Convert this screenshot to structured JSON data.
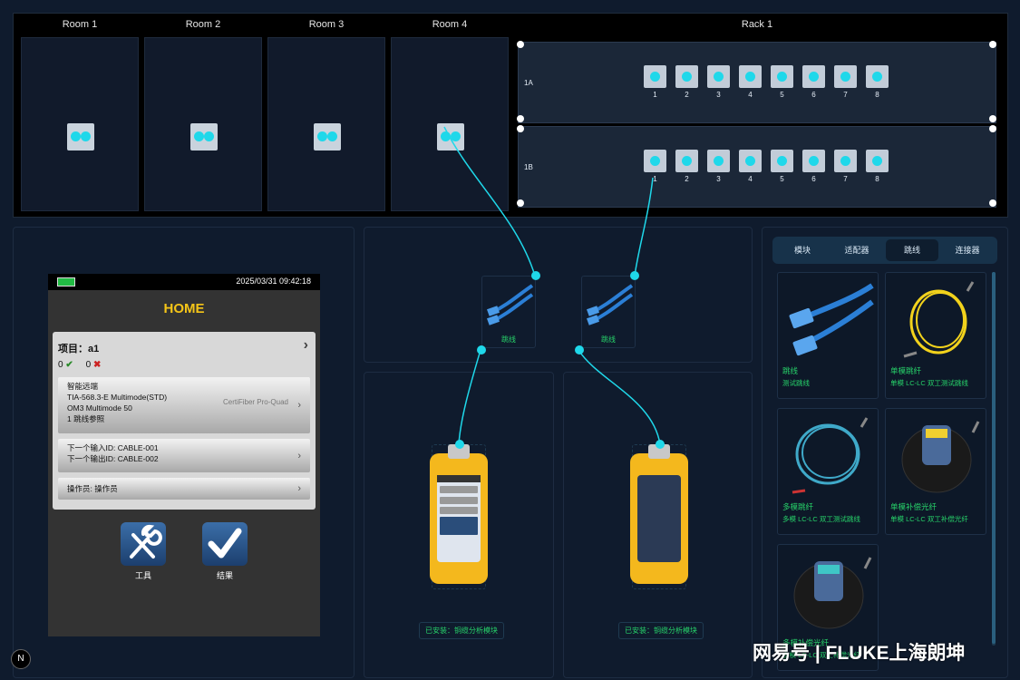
{
  "rooms": [
    {
      "title": "Room 1"
    },
    {
      "title": "Room 2"
    },
    {
      "title": "Room 3"
    },
    {
      "title": "Room 4"
    }
  ],
  "rack": {
    "title": "Rack 1",
    "panels": [
      {
        "label": "1A",
        "ports": [
          "1",
          "2",
          "3",
          "4",
          "5",
          "6",
          "7",
          "8"
        ]
      },
      {
        "label": "1B",
        "ports": [
          "1",
          "2",
          "3",
          "4",
          "5",
          "6",
          "7",
          "8"
        ]
      }
    ]
  },
  "device": {
    "time": "2025/03/31 09:42:18",
    "home": "HOME",
    "project_label": "项目：a1",
    "pass_count": "0",
    "fail_count": "0",
    "pass_mark": "✔",
    "fail_mark": "✖",
    "test_setup": {
      "line1": "智能远端",
      "line2": "TIA-568.3-E Multimode(STD)",
      "line3": "OM3 Multimode 50",
      "line4": "1 跳线参照",
      "model": "CertiFiber Pro-Quad"
    },
    "ids": {
      "line1": "下一个输入ID: CABLE-001",
      "line2": "下一个输出ID: CABLE-002"
    },
    "operator": "操作员: 操作员",
    "tools_label": "工具",
    "results_label": "结果"
  },
  "patch_cords": [
    {
      "caption": "跳线"
    },
    {
      "caption": "跳线"
    }
  ],
  "testers": [
    {
      "installed": "已安装：铜缆分析模块"
    },
    {
      "installed": "已安装：铜缆分析模块"
    }
  ],
  "library": {
    "tabs": [
      "模块",
      "适配器",
      "跳线",
      "连接器"
    ],
    "active_tab": "跳线",
    "items": [
      {
        "name": "跳线",
        "desc": "测试跳线",
        "icon": "ethernet-patch-cord-icon"
      },
      {
        "name": "单模跳纤",
        "desc": "单模 LC-LC 双工测试跳线",
        "icon": "singlemode-fiber-cord-icon"
      },
      {
        "name": "多模跳纤",
        "desc": "多模 LC-LC 双工测试跳线",
        "icon": "multimode-fiber-cord-icon"
      },
      {
        "name": "单模补偿光纤",
        "desc": "单模 LC-LC 双工补偿光纤",
        "icon": "fiber-spool-icon"
      },
      {
        "name": "多模补偿光纤",
        "desc": "多模 LC-LC 双工补偿光纤",
        "icon": "fiber-spool-icon"
      }
    ]
  },
  "badge": "N",
  "watermark": "网易号 | FLUKE上海朗坤",
  "colors": {
    "accent": "#1fd8ea",
    "installed_text": "#27d36a",
    "home_title": "#f5c518"
  }
}
